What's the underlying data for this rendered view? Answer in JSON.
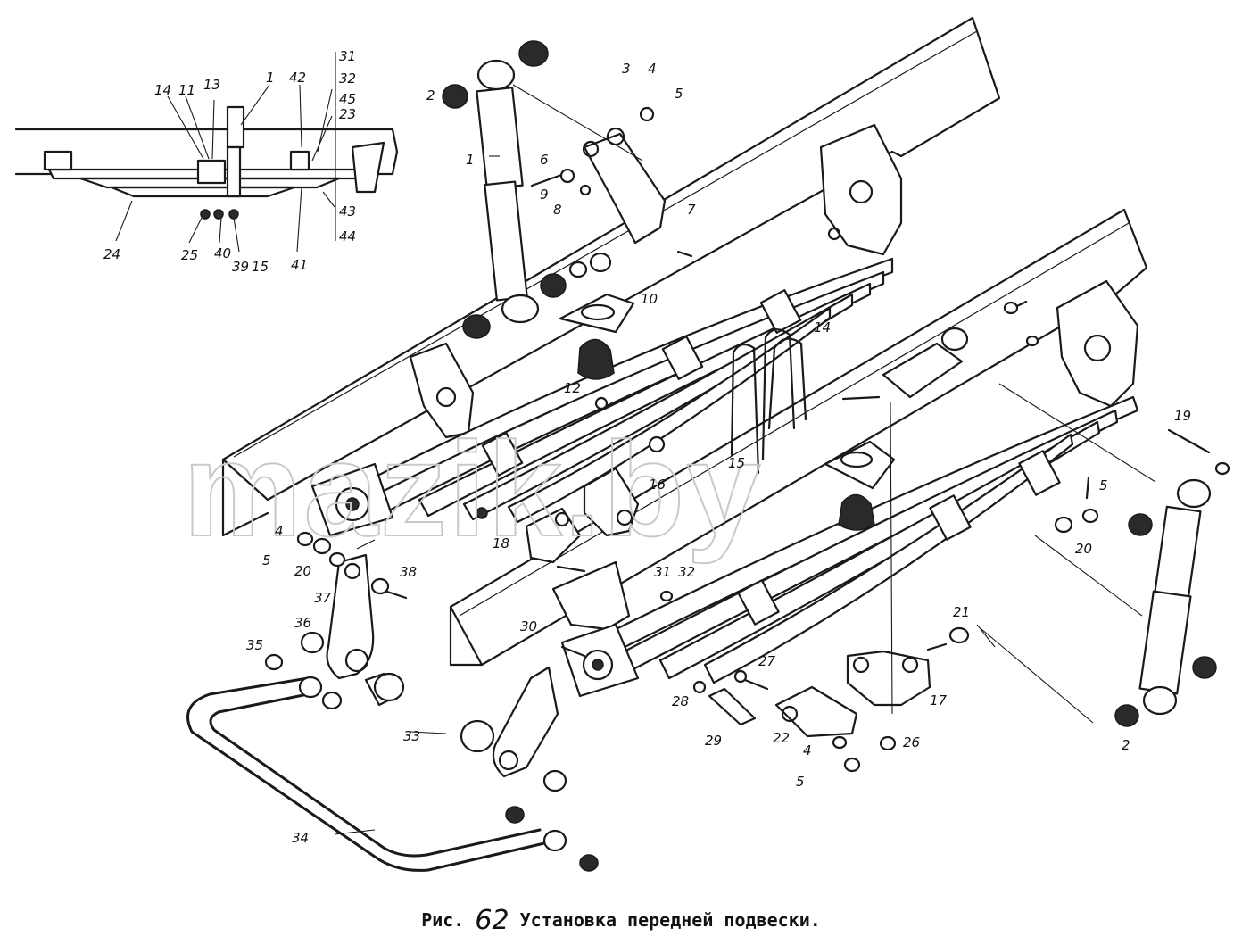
{
  "watermark": "mazik.by",
  "caption": {
    "prefix": "Рис.",
    "number": "62",
    "title": "Установка передней подвески."
  },
  "inset_callouts": [
    "14",
    "11",
    "13",
    "1",
    "42",
    "31",
    "32",
    "45",
    "23",
    "24",
    "25",
    "40",
    "39",
    "15",
    "41",
    "43",
    "44"
  ],
  "main_callouts": [
    "2",
    "1",
    "3",
    "4",
    "5",
    "6",
    "9",
    "8",
    "7",
    "10",
    "12",
    "14",
    "15",
    "16",
    "18",
    "4",
    "5",
    "20",
    "37",
    "38",
    "36",
    "35",
    "33",
    "34",
    "31",
    "32",
    "30",
    "28",
    "29",
    "27",
    "22",
    "4",
    "5",
    "26",
    "17",
    "21",
    "19",
    "5",
    "20",
    "2"
  ]
}
